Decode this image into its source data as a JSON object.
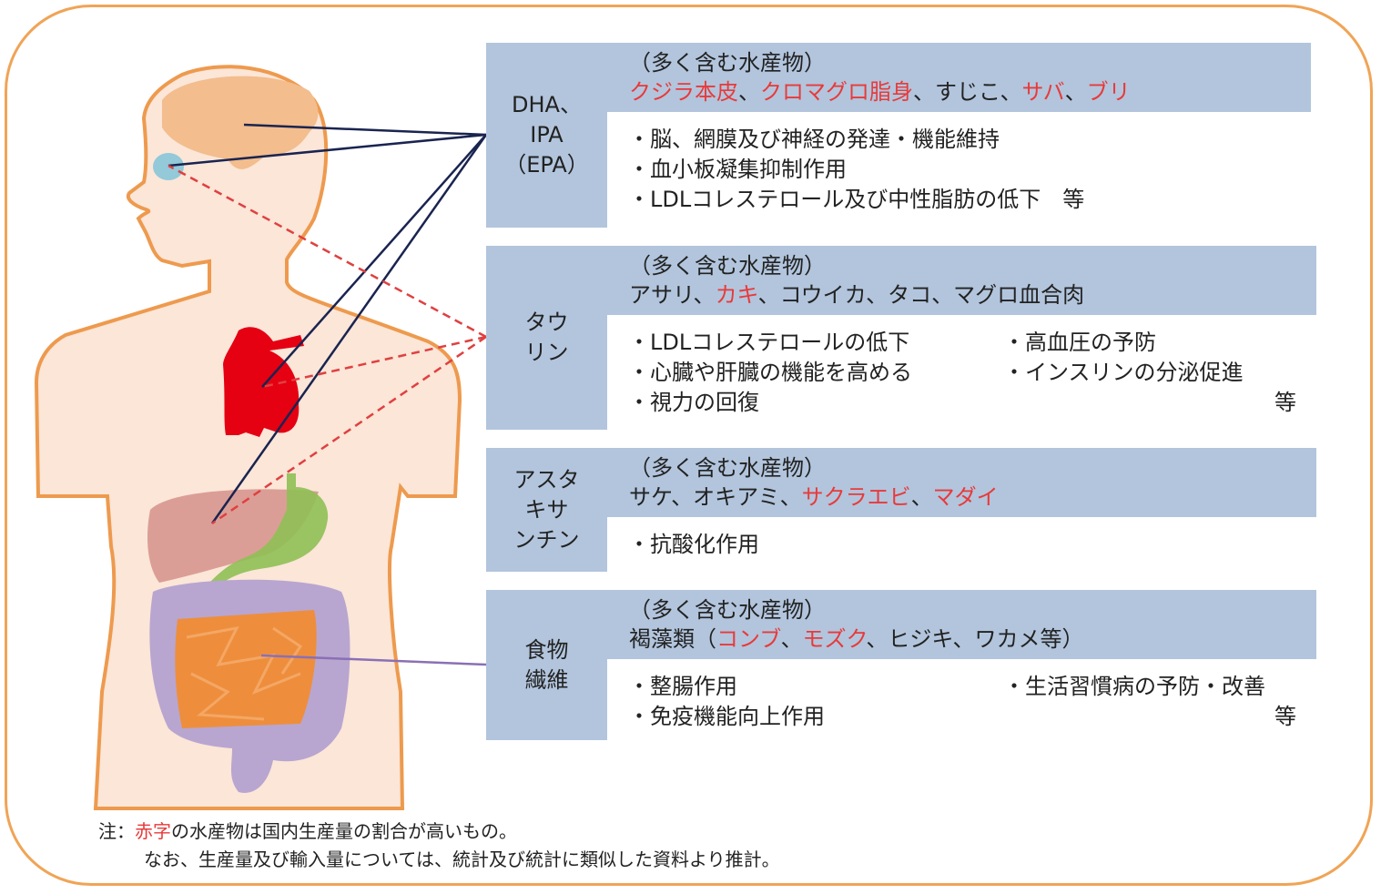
{
  "colors": {
    "accent": "#b2c5dd",
    "highlight": "#e83a3a",
    "frame": "#f0a456"
  },
  "sections": [
    {
      "label": "DHA、\nIPA\n（EPA）",
      "header": "（多く含む水産物）",
      "foods": [
        {
          "t": "クジラ本皮",
          "red": true
        },
        {
          "t": "、",
          "red": false
        },
        {
          "t": "クロマグロ脂身",
          "red": true
        },
        {
          "t": "、すじこ、",
          "red": false
        },
        {
          "t": "サバ",
          "red": true
        },
        {
          "t": "、",
          "red": false
        },
        {
          "t": "ブリ",
          "red": true
        }
      ],
      "effects": [
        "・脳、網膜及び神経の発達・機能維持",
        "・血小板凝集抑制作用",
        "・LDLコレステロール及び中性脂肪の低下　等"
      ]
    },
    {
      "label": "タウ\nリン",
      "header": "（多く含む水産物）",
      "foods": [
        {
          "t": "アサリ、",
          "red": false
        },
        {
          "t": "カキ",
          "red": true
        },
        {
          "t": "、コウイカ、タコ、マグロ血合肉",
          "red": false
        }
      ],
      "effects": [
        "・LDLコレステロールの低下",
        "・心臓や肝臓の機能を高める",
        "・視力の回復"
      ],
      "effects_right": [
        "・高血圧の予防",
        "・インスリンの分泌促進"
      ],
      "etc": "等"
    },
    {
      "label": "アスタ\nキサ\nンチン",
      "header": "（多く含む水産物）",
      "foods": [
        {
          "t": "サケ、オキアミ、",
          "red": false
        },
        {
          "t": "サクラエビ",
          "red": true
        },
        {
          "t": "、",
          "red": false
        },
        {
          "t": "マダイ",
          "red": true
        }
      ],
      "effects": [
        "・抗酸化作用"
      ]
    },
    {
      "label": "食物\n繊維",
      "header": "（多く含む水産物）",
      "foods": [
        {
          "t": "褐藻類（",
          "red": false
        },
        {
          "t": "コンブ",
          "red": true
        },
        {
          "t": "、",
          "red": false
        },
        {
          "t": "モズク",
          "red": true
        },
        {
          "t": "、ヒジキ、ワカメ等）",
          "red": false
        }
      ],
      "effects": [
        "・整腸作用",
        "・免疫機能向上作用"
      ],
      "effects_right": [
        "・生活習慣病の予防・改善"
      ],
      "etc": "等"
    }
  ],
  "note": {
    "prefix": "注：",
    "red": "赤字",
    "rest": "の水産物は国内生産量の割合が高いもの。",
    "line2": "なお、生産量及び輸入量については、統計及び統計に類似した資料より推計。"
  }
}
